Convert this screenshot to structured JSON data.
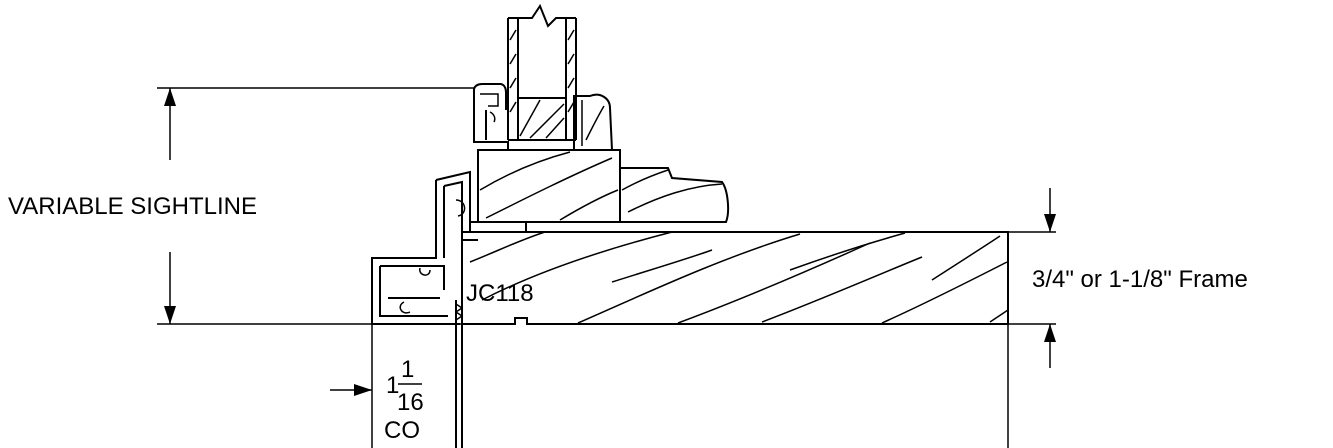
{
  "labels": {
    "sightline": "VARIABLE SIGHTLINE",
    "frame": "3/4\" or 1-1/8\" Frame",
    "part_number": "JC118",
    "clearance_whole": "1",
    "clearance_numerator": "1",
    "clearance_denominator": "16",
    "clearance_suffix": "CO"
  }
}
